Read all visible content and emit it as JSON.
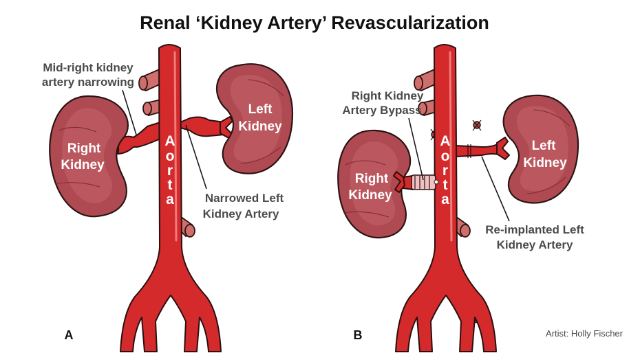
{
  "title": "Renal ‘Kidney Artery’ Revascularization",
  "panel_a": {
    "letter": "A",
    "aorta_letters": [
      "A",
      "o",
      "r",
      "t",
      "a"
    ],
    "right_kidney": [
      "Right",
      "Kidney"
    ],
    "left_kidney": [
      "Left",
      "Kidney"
    ],
    "callout_narrowing": [
      "Mid-right kidney",
      "artery narrowing"
    ],
    "callout_left_artery": [
      "Narrowed Left",
      "Kidney Artery"
    ]
  },
  "panel_b": {
    "letter": "B",
    "aorta_letters": [
      "A",
      "o",
      "r",
      "t",
      "a"
    ],
    "right_kidney": [
      "Right",
      "Kidney"
    ],
    "left_kidney": [
      "Left",
      "Kidney"
    ],
    "callout_bypass": [
      "Right Kidney",
      "Artery Bypass"
    ],
    "callout_reimplant": [
      "Re-implanted Left",
      "Kidney Artery"
    ]
  },
  "credit": "Artist: Holly Fischer",
  "colors": {
    "aorta": "#d42a2c",
    "kidney": "#b04a52",
    "label_text": "#4a4a4a"
  }
}
